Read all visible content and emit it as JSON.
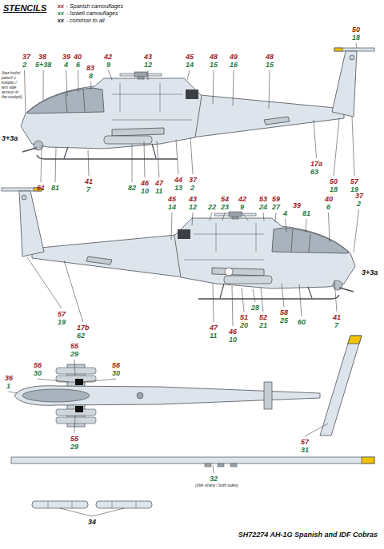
{
  "diagram": {
    "title": "STENCILS",
    "caption": "SH72274 AH-1G Spanish and IDF Cobras",
    "labels": [
      "xx",
      "xx",
      "xx",
      "37",
      "2",
      "38",
      "5+38",
      "(bez boční pancíř v kokpitu / w/o side armour in the cockpit)",
      "39",
      "4",
      "40",
      "6",
      "83",
      "8",
      "42",
      "9",
      "43",
      "12",
      "45",
      "14",
      "48",
      "15",
      "49",
      "16",
      "48",
      "15",
      "50",
      "18",
      "3+3a",
      "17a",
      "63",
      "50",
      "18",
      "57",
      "19",
      "61",
      "81",
      "41",
      "7",
      "82",
      "46",
      "10",
      "47",
      "11",
      "44",
      "13",
      "37",
      "2",
      "45",
      "14",
      "43",
      "12",
      "22",
      "54",
      "23",
      "42",
      "9",
      "53",
      "24",
      "59",
      "27",
      "39",
      "4",
      "81",
      "40",
      "6",
      "37",
      "2",
      "3+3a",
      "57",
      "19",
      "17b",
      "62",
      "51",
      "20",
      "52",
      "21",
      "47",
      "11",
      "46",
      "10",
      "28",
      "58",
      "25",
      "60",
      "41",
      "7",
      "55",
      "29",
      "56",
      "30",
      "56",
      "30",
      "55",
      "29",
      "36",
      "1",
      "57",
      "31",
      "32",
      "(obě strany / both sides)",
      "34"
    ],
    "legend": [
      {
        "text": "- Spanish camouflages",
        "color": "#a0201c"
      },
      {
        "text": "- Israeli camouflages",
        "color": "#1f7a3c"
      },
      {
        "text": "- common to all",
        "color": "#111111"
      }
    ]
  }
}
